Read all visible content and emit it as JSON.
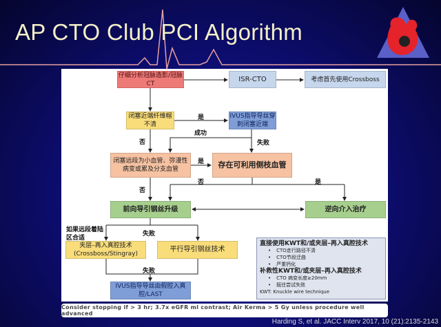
{
  "title": "AP CTO Club PCI Algorithm",
  "boxes": {
    "analyze": "仔细分析冠脉造影/冠脉CT",
    "isr": "ISR-CTO",
    "crossboss": "考虑首先使用Crossboss",
    "proximal_cap": "闭塞近端纤维帽不清",
    "ivus_puncture": "IVUS指导导丝穿刺闭塞近端",
    "distal": "闭塞远段为小血管、弥漫性病变或累及分支血管",
    "side_branch": "存在可利用侧枝血管",
    "antegrade": "前向导引钢丝升级",
    "retrograde": "逆向介入治疗",
    "dissection": "夹层–再入真腔技术\n(Crossboss/Stingray)",
    "parallel": "平行导引钢丝技术",
    "ivus_last": "IVUS指导导丝由假腔入真腔/LAST"
  },
  "labels": {
    "yes1": "是",
    "success": "成功",
    "fail1": "失败",
    "no1": "否",
    "yes2": "是",
    "no2": "否",
    "no3": "否",
    "yes3": "是",
    "landing": "如果远段着陆区合适",
    "fail2": "失败",
    "fail3": "失败"
  },
  "info": {
    "heading1": "直接使用KWT和/或夹层–再入真腔技术",
    "bullets1": [
      "CTO走行路径不清",
      "CTO节段迂曲",
      "严重钙化"
    ],
    "heading2": "补救性KWT和/或夹层–再入真腔技术",
    "bullets2": [
      "CTO 病变长度≥20mm",
      "既往尝试失败"
    ],
    "footnote": "KWT: Knuckle wire technique"
  },
  "note": "Consider stopping if > 3 hr; 3.7x eGFR ml contrast; Air Kerma > 5 Gy unless procedure well advanced",
  "citation": "Harding S, et al. JACC Interv 2017, 10 (21):2135-2143"
}
